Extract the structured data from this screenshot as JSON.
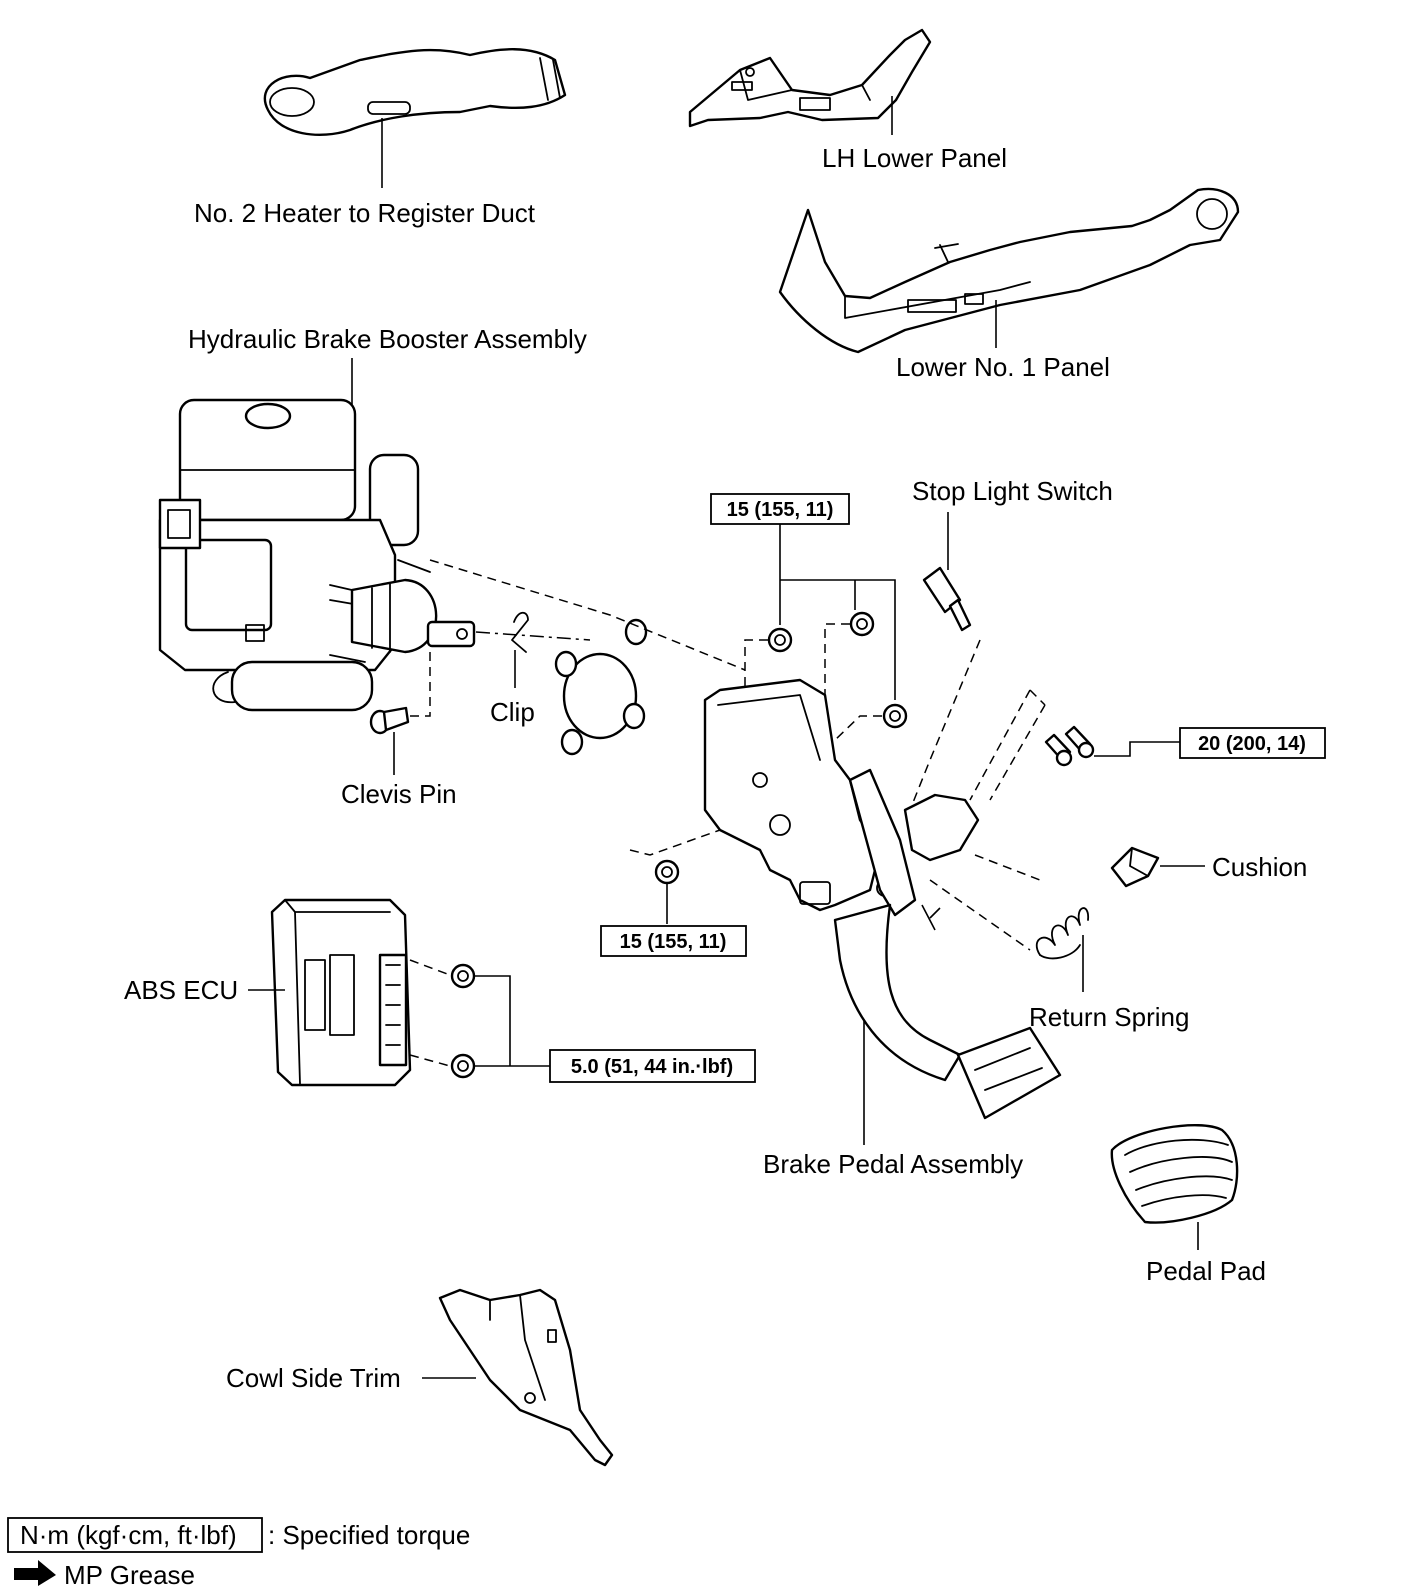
{
  "labels": {
    "heater_duct": "No. 2 Heater to Register Duct",
    "lh_lower_panel": "LH Lower Panel",
    "lower_no1_panel": "Lower No. 1 Panel",
    "brake_booster": "Hydraulic Brake Booster Assembly",
    "stop_light_switch": "Stop Light Switch",
    "clip": "Clip",
    "clevis_pin": "Clevis Pin",
    "cushion": "Cushion",
    "abs_ecu": "ABS ECU",
    "return_spring": "Return Spring",
    "brake_pedal": "Brake Pedal Assembly",
    "pedal_pad": "Pedal Pad",
    "cowl_side_trim": "Cowl Side Trim"
  },
  "torque": {
    "upper_nuts": "15 (155, 11)",
    "bolts": "20 (200, 14)",
    "lower_nut": "15 (155, 11)",
    "ecu_nuts": "5.0 (51, 44 in.·lbf)"
  },
  "legend": {
    "torque_box": "N·m (kgf·cm, ft·lbf)",
    "torque_desc": ": Specified torque",
    "grease": "MP Grease"
  }
}
